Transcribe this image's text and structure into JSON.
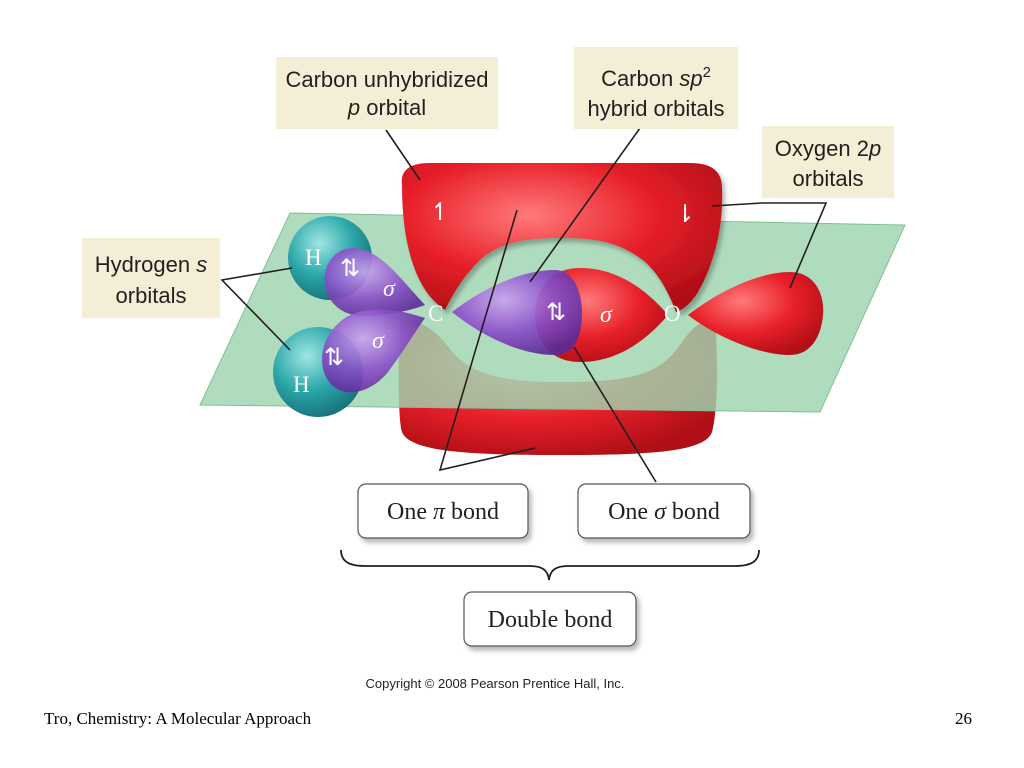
{
  "callouts": {
    "carbon_p": {
      "line1": "Carbon unhybridized",
      "line2_italic": "p",
      "line2_rest": " orbital"
    },
    "carbon_sp2": {
      "line1_text": "Carbon ",
      "line1_italic": "sp",
      "line1_sup": "2",
      "line2": "hybrid orbitals"
    },
    "oxygen_2p": {
      "line1_text": "Oxygen 2",
      "line1_italic": "p",
      "line2": "orbitals"
    },
    "hydrogen_s": {
      "line1_text": "Hydrogen ",
      "line1_italic": "s",
      "line2": "orbitals"
    }
  },
  "bonds": {
    "pi": {
      "prefix": "One ",
      "symbol": "π",
      "suffix": " bond"
    },
    "sigma": {
      "prefix": "One ",
      "symbol": "σ",
      "suffix": " bond"
    },
    "double": "Double bond"
  },
  "atoms": {
    "carbon": "C",
    "oxygen": "O",
    "hydrogen_top": "H",
    "hydrogen_bottom": "H"
  },
  "orbital_labels": {
    "sigma": "σ",
    "paired_electrons": "⇅",
    "single_up": "↿",
    "single_down": "⇂"
  },
  "copyright": "Copyright © 2008 Pearson Prentice Hall, Inc.",
  "footer": {
    "source": "Tro, Chemistry: A Molecular Approach",
    "page_number": "26"
  },
  "colors": {
    "plane": "#9fd4b0",
    "p_orbital": "#e8202a",
    "sp2_orbital": "#8a4fc8",
    "s_orbital": "#2aa6a8",
    "callout_bg": "#f4eed6"
  }
}
